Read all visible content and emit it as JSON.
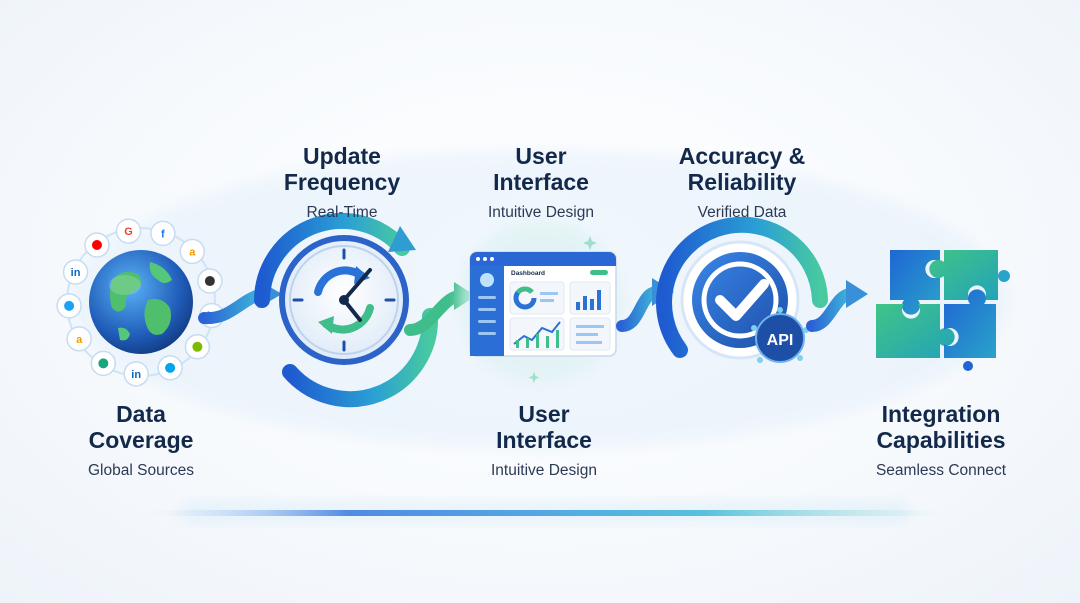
{
  "steps": [
    {
      "title_line1": "Data",
      "title_line2": "Coverage",
      "subtitle": "Global Sources",
      "icon": "globe-with-brand-logos-icon"
    },
    {
      "title_line1": "Update",
      "title_line2": "Frequency",
      "subtitle": "Real-Time",
      "icon": "clock-refresh-icon"
    },
    {
      "title_line1": "User",
      "title_line2": "Interface",
      "subtitle": "Intuitive Design",
      "icon": "dashboard-window-icon"
    },
    {
      "title_line1": "Accuracy &",
      "title_line2": "Reliability",
      "subtitle": "Verified Data",
      "icon": "checkmark-api-icon"
    },
    {
      "title_line1": "Integration",
      "title_line2": "Capabilities",
      "subtitle": "Seamless Connect",
      "icon": "puzzle-pieces-icon"
    }
  ],
  "repeat_label": {
    "title_line1": "User",
    "title_line2": "Interface",
    "subtitle": "Intuitive Design"
  },
  "dashboard_title": "Dashboard",
  "api_label": "API",
  "logos": [
    "G",
    "f",
    "a",
    "",
    "in",
    "",
    "",
    "in",
    "",
    "a",
    "",
    "in",
    ""
  ],
  "colors": {
    "navy": "#13294b",
    "blue": "#2563c9",
    "teal": "#2fb7a6",
    "green": "#5cc98a"
  }
}
